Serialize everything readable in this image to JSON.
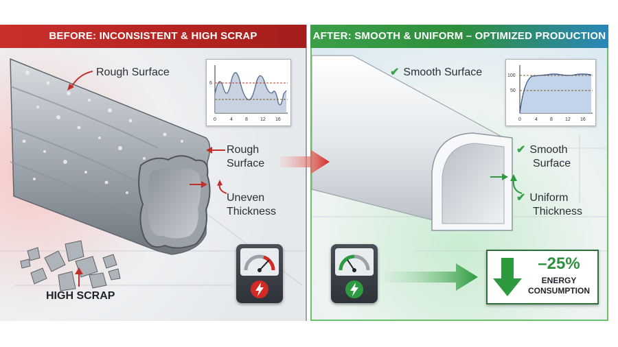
{
  "before": {
    "banner": "BEFORE: INCONSISTENT & HIGH SCRAP",
    "rough_top": "Rough Surface",
    "rough_side_1": "Rough",
    "rough_side_2": "Surface",
    "uneven_1": "Uneven",
    "uneven_2": "Thickness",
    "scrap": "HIGH SCRAP",
    "chart": {
      "y_tick": "6",
      "x_ticks": [
        "0",
        "4",
        "8",
        "12",
        "16"
      ]
    }
  },
  "after": {
    "banner": "AFTER: SMOOTH & UNIFORM – OPTIMIZED PRODUCTION",
    "smooth_top": "Smooth Surface",
    "smooth_side_1": "Smooth",
    "smooth_side_2": "Surface",
    "uniform_1": "Uniform",
    "uniform_2": "Thickness",
    "energy_value": "–25%",
    "energy_label_1": "ENERGY",
    "energy_label_2": "CONSUMPTION",
    "chart": {
      "y_ticks": [
        "100",
        "50"
      ],
      "x_ticks": [
        "0",
        "4",
        "8",
        "12",
        "16"
      ]
    }
  },
  "colors": {
    "before_accent": "#c0302b",
    "after_accent": "#2e9a3f"
  },
  "icons": [
    "gauge-icon",
    "lightning-icon",
    "arrow-down-icon",
    "arrow-right-icon",
    "check-icon"
  ]
}
